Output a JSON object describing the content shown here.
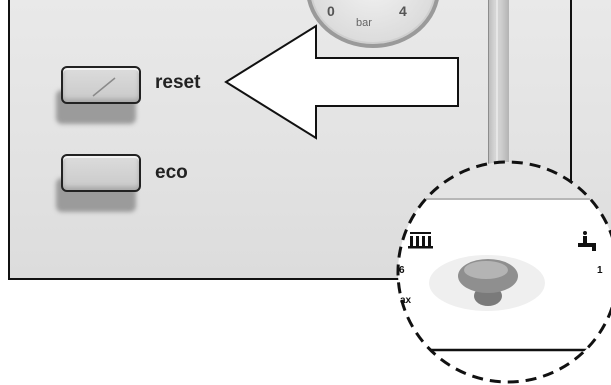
{
  "gauge": {
    "min_label": "0",
    "max_label": "4",
    "unit_label": "bar"
  },
  "buttons": {
    "reset": {
      "label": "reset"
    },
    "eco": {
      "label": "eco"
    }
  },
  "knob_panel": {
    "left_scale": [
      "6",
      "ax"
    ],
    "right_scale": [
      "1"
    ],
    "heating_icon": "radiator-icon",
    "hot_water_icon": "tap-icon"
  },
  "arrow": {
    "direction": "left",
    "points_to": "reset"
  },
  "colors": {
    "panel": "#e4e4e4",
    "button": "#cfcfcf",
    "outline": "#111111"
  }
}
